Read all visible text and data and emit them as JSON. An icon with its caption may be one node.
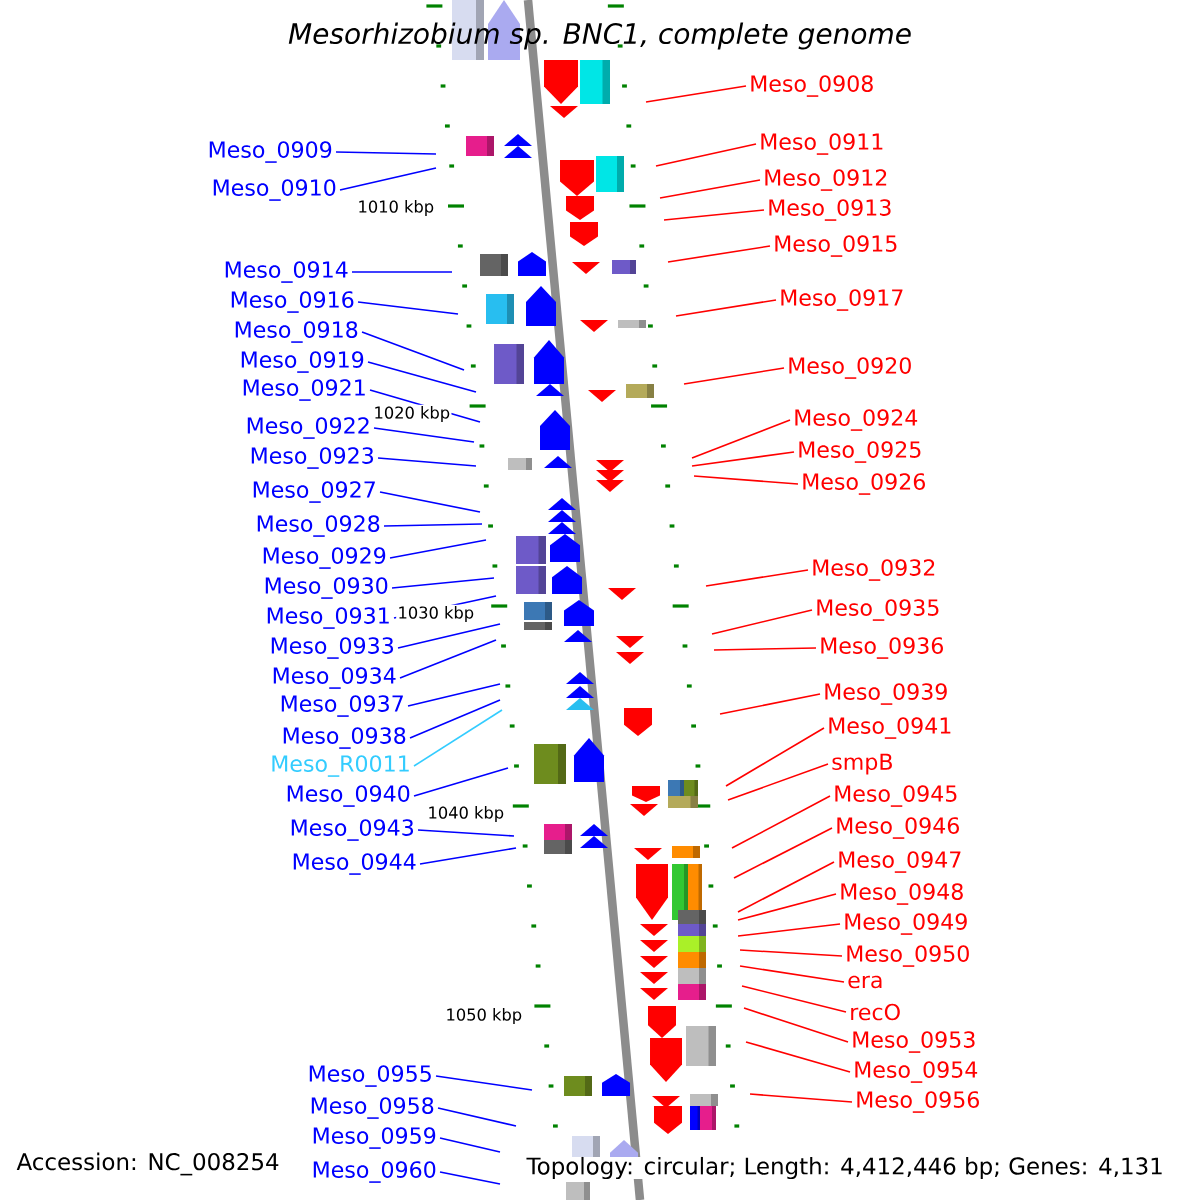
{
  "diagram": {
    "title": "Mesorhizobium sp. BNC1, complete genome",
    "nodes": [
      {
        "text": [
          "Meso_0909"
        ]
      },
      {
        "text": [
          "Meso_0910"
        ]
      },
      {
        "text": [
          "Meso_0914"
        ]
      },
      {
        "text": [
          "Meso_0916"
        ]
      },
      {
        "text": [
          "Meso_0918"
        ]
      },
      {
        "text": [
          "Meso_0919"
        ]
      },
      {
        "text": [
          "Meso_0921"
        ]
      },
      {
        "text": [
          "Meso_0922"
        ]
      },
      {
        "text": [
          "Meso_0923"
        ]
      },
      {
        "text": [
          "Meso_0927"
        ]
      },
      {
        "text": [
          "Meso_0928"
        ]
      },
      {
        "text": [
          "Meso_0929"
        ]
      },
      {
        "text": [
          "Meso_0930"
        ]
      },
      {
        "text": [
          "Meso_0931"
        ]
      },
      {
        "text": [
          "Meso_0933"
        ]
      },
      {
        "text": [
          "Meso_0934"
        ]
      },
      {
        "text": [
          "Meso_0937"
        ]
      },
      {
        "text": [
          "Meso_0938"
        ]
      },
      {
        "text": [
          "Meso_R0011"
        ]
      },
      {
        "text": [
          "Meso_0940"
        ]
      },
      {
        "text": [
          "Meso_0943"
        ]
      },
      {
        "text": [
          "Meso_0944"
        ]
      },
      {
        "text": [
          "Meso_0955"
        ]
      },
      {
        "text": [
          "Meso_0958"
        ]
      },
      {
        "text": [
          "Meso_0959"
        ]
      },
      {
        "text": [
          "Meso_0960"
        ]
      },
      {
        "text": [
          "Meso_0908"
        ]
      },
      {
        "text": [
          "Meso_0911"
        ]
      },
      {
        "text": [
          "Meso_0912"
        ]
      },
      {
        "text": [
          "Meso_0913"
        ]
      },
      {
        "text": [
          "Meso_0915"
        ]
      },
      {
        "text": [
          "Meso_0917"
        ]
      },
      {
        "text": [
          "Meso_0920"
        ]
      },
      {
        "text": [
          "Meso_0924"
        ]
      },
      {
        "text": [
          "Meso_0925"
        ]
      },
      {
        "text": [
          "Meso_0926"
        ]
      },
      {
        "text": [
          "Meso_0932"
        ]
      },
      {
        "text": [
          "Meso_0935"
        ]
      },
      {
        "text": [
          "Meso_0936"
        ]
      },
      {
        "text": [
          "Meso_0939"
        ]
      },
      {
        "text": [
          "Meso_0941"
        ]
      },
      {
        "text": [
          "smpB"
        ]
      },
      {
        "text": [
          "Meso_0945"
        ]
      },
      {
        "text": [
          "Meso_0946"
        ]
      },
      {
        "text": [
          "Meso_0947"
        ]
      },
      {
        "text": [
          "Meso_0948"
        ]
      },
      {
        "text": [
          "Meso_0949"
        ]
      },
      {
        "text": [
          "Meso_0950"
        ]
      },
      {
        "text": [
          "era"
        ]
      },
      {
        "text": [
          "recO"
        ]
      },
      {
        "text": [
          "Meso_0953"
        ]
      },
      {
        "text": [
          "Meso_0954"
        ]
      },
      {
        "text": [
          "Meso_0956"
        ]
      }
    ],
    "edges": [
      {
        "from": 0,
        "to": null,
        "arrow": "none",
        "color": "#0000ff"
      },
      {
        "from": 1,
        "to": null,
        "arrow": "none",
        "color": "#0000ff"
      },
      {
        "from": 2,
        "to": null,
        "arrow": "none",
        "color": "#0000ff"
      },
      {
        "from": 3,
        "to": null,
        "arrow": "none",
        "color": "#0000ff"
      },
      {
        "from": 4,
        "to": null,
        "arrow": "none",
        "color": "#0000ff"
      },
      {
        "from": 5,
        "to": null,
        "arrow": "none",
        "color": "#0000ff"
      },
      {
        "from": 6,
        "to": null,
        "arrow": "none",
        "color": "#0000ff"
      },
      {
        "from": 7,
        "to": null,
        "arrow": "none",
        "color": "#0000ff"
      },
      {
        "from": 8,
        "to": null,
        "arrow": "none",
        "color": "#0000ff"
      },
      {
        "from": 9,
        "to": null,
        "arrow": "none",
        "color": "#0000ff"
      },
      {
        "from": 10,
        "to": null,
        "arrow": "none",
        "color": "#0000ff"
      },
      {
        "from": 11,
        "to": null,
        "arrow": "none",
        "color": "#0000ff"
      },
      {
        "from": 12,
        "to": null,
        "arrow": "none",
        "color": "#0000ff"
      },
      {
        "from": 13,
        "to": null,
        "arrow": "none",
        "color": "#0000ff"
      },
      {
        "from": 14,
        "to": null,
        "arrow": "none",
        "color": "#0000ff"
      },
      {
        "from": 15,
        "to": null,
        "arrow": "none",
        "color": "#0000ff"
      },
      {
        "from": 16,
        "to": null,
        "arrow": "none",
        "color": "#0000ff"
      },
      {
        "from": 17,
        "to": null,
        "arrow": "none",
        "color": "#0000ff"
      },
      {
        "from": 18,
        "to": null,
        "arrow": "none",
        "color": "#33ccff"
      },
      {
        "from": 19,
        "to": null,
        "arrow": "none",
        "color": "#0000ff"
      },
      {
        "from": 20,
        "to": null,
        "arrow": "none",
        "color": "#0000ff"
      },
      {
        "from": 21,
        "to": null,
        "arrow": "none",
        "color": "#0000ff"
      },
      {
        "from": 22,
        "to": null,
        "arrow": "none",
        "color": "#0000ff"
      },
      {
        "from": 23,
        "to": null,
        "arrow": "none",
        "color": "#0000ff"
      },
      {
        "from": 24,
        "to": null,
        "arrow": "none",
        "color": "#0000ff"
      },
      {
        "from": 25,
        "to": null,
        "arrow": "none",
        "color": "#0000ff"
      },
      {
        "from": 26,
        "to": null,
        "arrow": "none",
        "color": "#ff0000"
      },
      {
        "from": 27,
        "to": null,
        "arrow": "none",
        "color": "#ff0000"
      },
      {
        "from": 28,
        "to": null,
        "arrow": "none",
        "color": "#ff0000"
      },
      {
        "from": 29,
        "to": null,
        "arrow": "none",
        "color": "#ff0000"
      },
      {
        "from": 30,
        "to": null,
        "arrow": "none",
        "color": "#ff0000"
      },
      {
        "from": 31,
        "to": null,
        "arrow": "none",
        "color": "#ff0000"
      },
      {
        "from": 32,
        "to": null,
        "arrow": "none",
        "color": "#ff0000"
      },
      {
        "from": 33,
        "to": null,
        "arrow": "none",
        "color": "#ff0000"
      },
      {
        "from": 34,
        "to": null,
        "arrow": "none",
        "color": "#ff0000"
      },
      {
        "from": 35,
        "to": null,
        "arrow": "none",
        "color": "#ff0000"
      },
      {
        "from": 36,
        "to": null,
        "arrow": "none",
        "color": "#ff0000"
      },
      {
        "from": 37,
        "to": null,
        "arrow": "none",
        "color": "#ff0000"
      },
      {
        "from": 38,
        "to": null,
        "arrow": "none",
        "color": "#ff0000"
      },
      {
        "from": 39,
        "to": null,
        "arrow": "none",
        "color": "#ff0000"
      },
      {
        "from": 40,
        "to": null,
        "arrow": "none",
        "color": "#ff0000"
      },
      {
        "from": 41,
        "to": null,
        "arrow": "none",
        "color": "#ff0000"
      },
      {
        "from": 42,
        "to": null,
        "arrow": "none",
        "color": "#ff0000"
      },
      {
        "from": 43,
        "to": null,
        "arrow": "none",
        "color": "#ff0000"
      },
      {
        "from": 44,
        "to": null,
        "arrow": "none",
        "color": "#ff0000"
      },
      {
        "from": 45,
        "to": null,
        "arrow": "none",
        "color": "#ff0000"
      },
      {
        "from": 46,
        "to": null,
        "arrow": "none",
        "color": "#ff0000"
      },
      {
        "from": 47,
        "to": null,
        "arrow": "none",
        "color": "#ff0000"
      },
      {
        "from": 48,
        "to": null,
        "arrow": "none",
        "color": "#ff0000"
      },
      {
        "from": 49,
        "to": null,
        "arrow": "none",
        "color": "#ff0000"
      },
      {
        "from": 50,
        "to": null,
        "arrow": "none",
        "color": "#ff0000"
      },
      {
        "from": 51,
        "to": null,
        "arrow": "none",
        "color": "#ff0000"
      },
      {
        "from": 52,
        "to": null,
        "arrow": "none",
        "color": "#ff0000"
      }
    ],
    "labels": [
      "1010 kbp",
      "1020 kbp",
      "1030 kbp",
      "1040 kbp",
      "1050 kbp",
      "Accession: NC_008254",
      "Topology: circular; Length: 4,412,446 bp; Genes: 4,131"
    ]
  }
}
